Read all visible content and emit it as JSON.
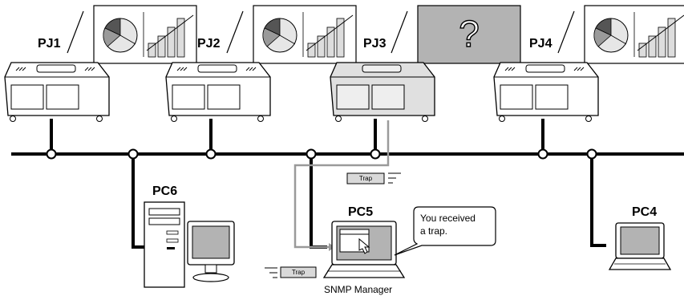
{
  "projectors": [
    {
      "label": "PJ1",
      "screen": "chart"
    },
    {
      "label": "PJ2",
      "screen": "chart"
    },
    {
      "label": "PJ3",
      "screen": "unknown",
      "screen_symbol": "?"
    },
    {
      "label": "PJ4",
      "screen": "chart"
    }
  ],
  "computers": [
    {
      "label": "PC6",
      "type": "desktop"
    },
    {
      "label": "PC5",
      "type": "laptop"
    },
    {
      "label": "PC4",
      "type": "laptop"
    }
  ],
  "trap_label": "Trap",
  "callout": {
    "line1": "You received",
    "line2": "a trap."
  },
  "pc5_caption": "SNMP Manager",
  "colors": {
    "line": "#000000",
    "trap_path": "#9a9a9a",
    "pj3_screen": "#b3b3b3",
    "trap_box": "#d9d9d9"
  }
}
